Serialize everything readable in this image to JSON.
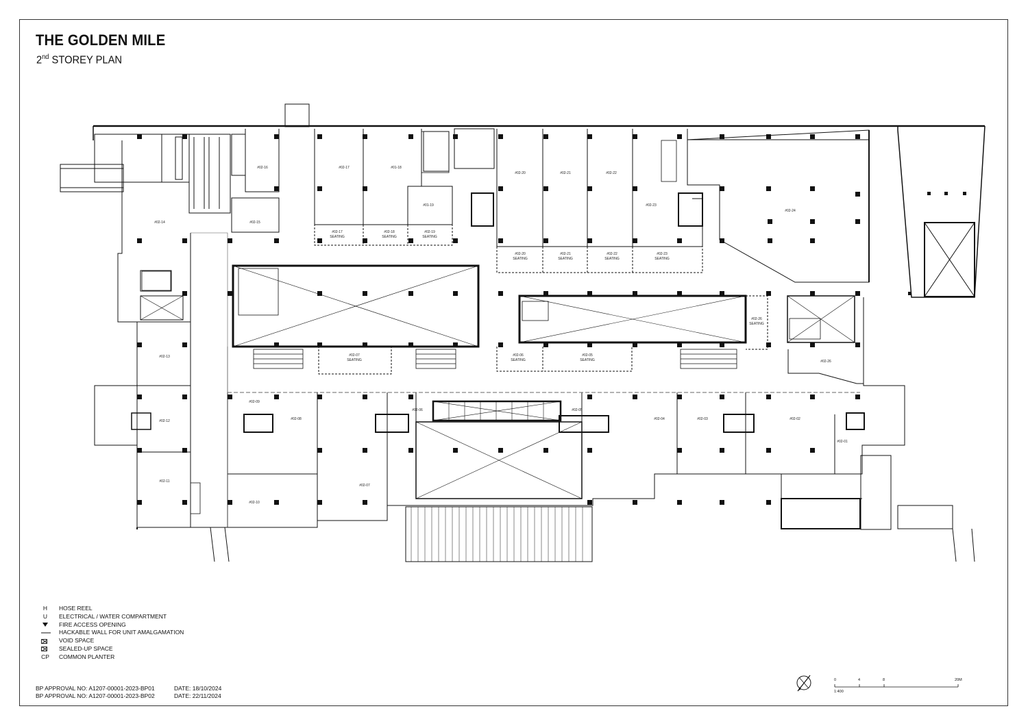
{
  "title": "THE GOLDEN MILE",
  "subtitle": {
    "ordinal": "2",
    "suffix": "nd",
    "text": "STOREY PLAN"
  },
  "units": [
    {
      "id": "u16",
      "label": "#02-16"
    },
    {
      "id": "u17",
      "label": "#02-17"
    },
    {
      "id": "u18",
      "label": "#01-18"
    },
    {
      "id": "u19",
      "label": "#01-19"
    },
    {
      "id": "u20",
      "label": "#02-20"
    },
    {
      "id": "u21",
      "label": "#02-21"
    },
    {
      "id": "u22",
      "label": "#02-22"
    },
    {
      "id": "u23",
      "label": "#02-23"
    },
    {
      "id": "u24",
      "label": "#02-24"
    },
    {
      "id": "u15",
      "label": "#02-15"
    },
    {
      "id": "u14",
      "label": "#02-14"
    },
    {
      "id": "u13",
      "label": "#02-13"
    },
    {
      "id": "u12",
      "label": "#02-12"
    },
    {
      "id": "u11",
      "label": "#02-11"
    },
    {
      "id": "u10",
      "label": "#02-10"
    },
    {
      "id": "u09",
      "label": "#02-09"
    },
    {
      "id": "u08",
      "label": "#02-08"
    },
    {
      "id": "u07",
      "label": "#02-07"
    },
    {
      "id": "u06",
      "label": "#02-06"
    },
    {
      "id": "u05",
      "label": "#02-05"
    },
    {
      "id": "u04",
      "label": "#02-04"
    },
    {
      "id": "u03",
      "label": "#02-03"
    },
    {
      "id": "u02",
      "label": "#02-02"
    },
    {
      "id": "u01",
      "label": "#02-01"
    },
    {
      "id": "u26",
      "label": "#02-26"
    }
  ],
  "seating": [
    {
      "id": "s17",
      "label": "#02-17",
      "sub": "SEATING"
    },
    {
      "id": "s18",
      "label": "#02-18",
      "sub": "SEATING"
    },
    {
      "id": "s19",
      "label": "#02-19",
      "sub": "SEATING"
    },
    {
      "id": "s20",
      "label": "#02-20",
      "sub": "SEATING"
    },
    {
      "id": "s21",
      "label": "#02-21",
      "sub": "SEATING"
    },
    {
      "id": "s22",
      "label": "#02-22",
      "sub": "SEATING"
    },
    {
      "id": "s23",
      "label": "#02-23",
      "sub": "SEATING"
    },
    {
      "id": "s07",
      "label": "#02-07",
      "sub": "SEATING"
    },
    {
      "id": "s06",
      "label": "#02-06",
      "sub": "SEATING"
    },
    {
      "id": "s05",
      "label": "#02-05",
      "sub": "SEATING"
    },
    {
      "id": "s26",
      "label": "#02-26",
      "sub": "SEATING"
    }
  ],
  "legend": [
    {
      "code": "H",
      "text": "HOSE REEL",
      "icon": "letter"
    },
    {
      "code": "U",
      "text": "ELECTRICAL / WATER COMPARTMENT",
      "icon": "letter"
    },
    {
      "code": "",
      "text": "FIRE ACCESS OPENING",
      "icon": "triangle-down-icon"
    },
    {
      "code": "",
      "text": "HACKABLE WALL FOR UNIT AMALGAMATION",
      "icon": "dashed-line-icon"
    },
    {
      "code": "",
      "text": "VOID SPACE",
      "icon": "crossed-box-icon"
    },
    {
      "code": "",
      "text": "SEALED-UP SPACE",
      "icon": "crossed-box-icon"
    },
    {
      "code": "CP",
      "text": "COMMON PLANTER",
      "icon": "letter"
    }
  ],
  "approvals": [
    {
      "bp": "BP APPROVAL NO: A1207-00001-2023-BP01",
      "date": "DATE: 18/10/2024"
    },
    {
      "bp": "BP APPROVAL NO: A1207-00001-2023-BP02",
      "date": "DATE: 22/11/2024"
    }
  ],
  "scale_bar": {
    "ticks": [
      "0",
      "4",
      "8",
      "20M"
    ],
    "ratio": "1:400"
  }
}
